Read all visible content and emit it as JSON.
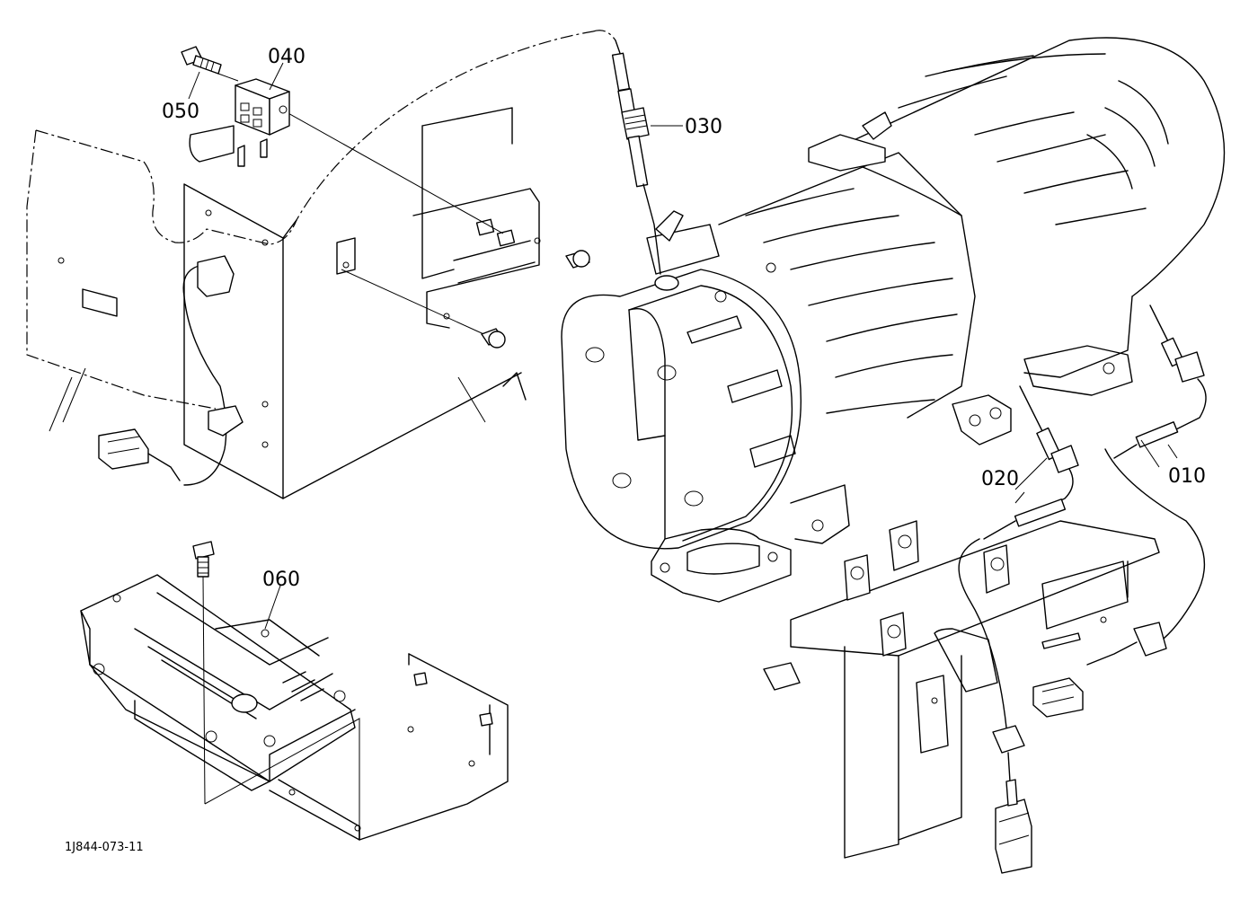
{
  "drawing_number": "1J844-073-11",
  "parts": [
    {
      "id": "p010",
      "label": "010",
      "icon": "temperature-sensor-icon"
    },
    {
      "id": "p020",
      "label": "020",
      "icon": "temperature-sensor-icon"
    },
    {
      "id": "p030",
      "label": "030",
      "icon": "temperature-sensor-icon"
    },
    {
      "id": "p040",
      "label": "040",
      "icon": "pressure-sensor-icon"
    },
    {
      "id": "p050",
      "label": "050",
      "icon": "bolt-icon"
    },
    {
      "id": "p060",
      "label": "060",
      "icon": "control-unit-icon"
    }
  ]
}
